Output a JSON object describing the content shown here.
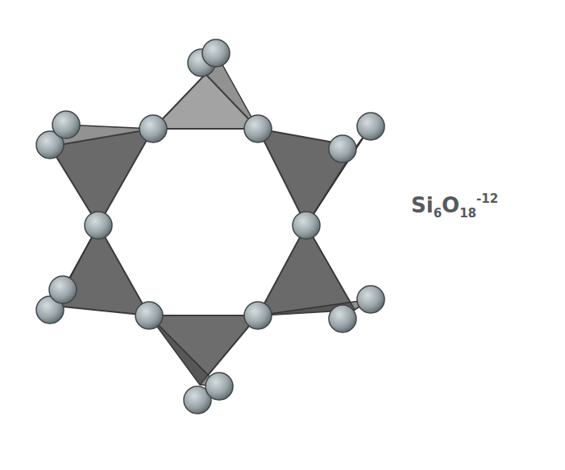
{
  "diagram": {
    "labels": [
      "Si",
      "6",
      "O",
      "18",
      "-12"
    ]
  }
}
